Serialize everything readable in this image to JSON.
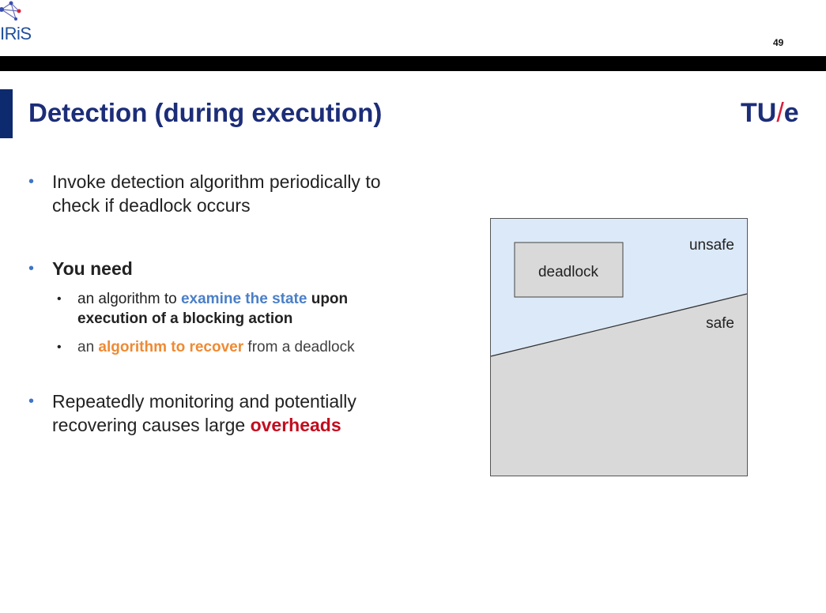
{
  "header": {
    "logo_text": "IRiS",
    "page_number": "49",
    "tue_logo": {
      "left": "TU",
      "slash": "/",
      "right": "e"
    }
  },
  "title": "Detection (during execution)",
  "bullets": {
    "b1": {
      "line1": "Invoke detection algorithm periodically to",
      "line2": "check if deadlock occurs"
    },
    "b2": {
      "label": "You need"
    },
    "sub1": {
      "part1": "an algorithm to ",
      "highlight": "examine the state",
      "part2": " upon",
      "line2": "execution of a blocking action"
    },
    "sub2": {
      "part1": "an ",
      "highlight": "algorithm to recover",
      "part2": " from a deadlock"
    },
    "b3": {
      "line1": "Repeatedly monitoring and potentially",
      "line2_part1": "recovering causes large ",
      "line2_highlight": "overheads"
    }
  },
  "diagram": {
    "labels": {
      "deadlock": "deadlock",
      "unsafe": "unsafe",
      "safe": "safe"
    },
    "colors": {
      "unsafe": "#dce9f8",
      "safe": "#d9d9d9",
      "border": "#555555"
    }
  },
  "colors": {
    "title": "#1c2d78",
    "bullet_dot": "#3f74c7",
    "blue_highlight": "#4a7fc8",
    "orange_highlight": "#ef8a33",
    "red_highlight": "#c20d1f",
    "tue_slash": "#d81e3a"
  }
}
